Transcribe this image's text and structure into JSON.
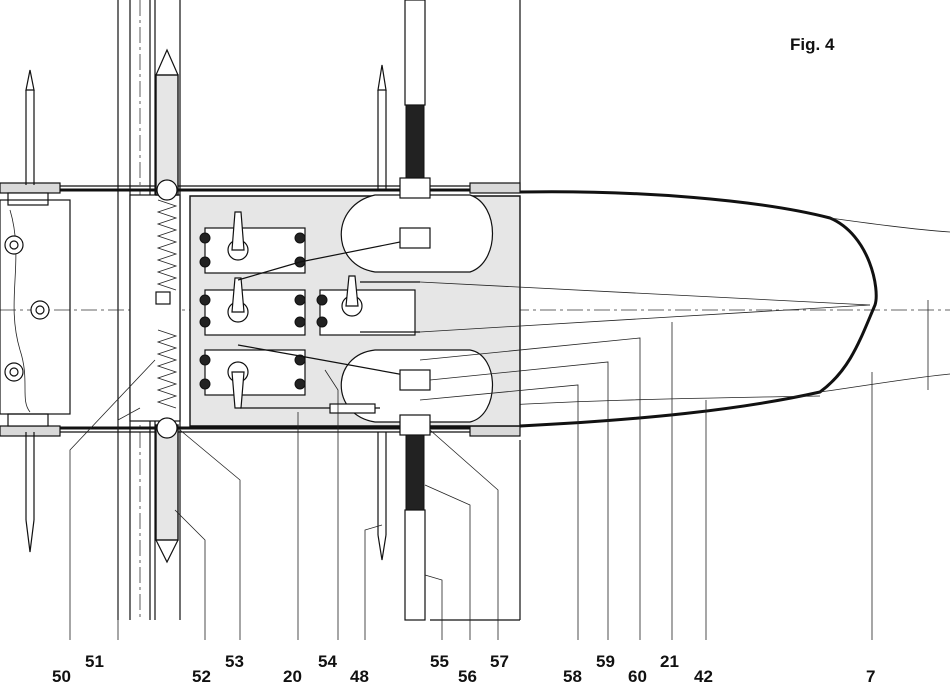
{
  "figure": {
    "title": "Fig. 4"
  },
  "callouts": [
    "50",
    "51",
    "52",
    "53",
    "20",
    "48",
    "54",
    "55",
    "56",
    "57",
    "58",
    "59",
    "60",
    "21",
    "42",
    "7"
  ]
}
